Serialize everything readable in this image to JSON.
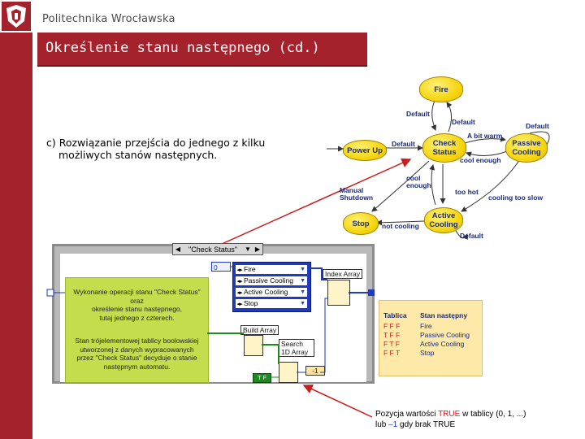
{
  "header": {
    "logo_text": "Politechnika Wrocławska",
    "title": "Określenie stanu następnego (cd.)"
  },
  "body_text": {
    "line1": "c) Rozwiązanie przejścia do jednego z kilku",
    "line2": "możliwych stanów następnych."
  },
  "state_diagram": {
    "states": {
      "fire": "Fire",
      "check_status": "Check Status",
      "passive_cooling": "Passive Cooling",
      "power_up": "Power Up",
      "stop": "Stop",
      "active_cooling": "Active Cooling"
    },
    "transitions": {
      "default_fire_check": "Default",
      "default_check_fire": "Default",
      "default_passive_self": "Default",
      "a_bit_warm": "A bit warm",
      "default_power_check": "Default",
      "cool_enough_passive": "cool enough",
      "manual_shutdown": "Manual Shutdown",
      "cool_enough_check": "cool enough",
      "too_hot": "too hot",
      "cooling_too_slow": "cooling too slow",
      "not_cooling": "not cooling",
      "default_active": "Default"
    }
  },
  "block_diagram": {
    "case_selector": "\"Check Status\"",
    "index_constant": "0",
    "enum_items": [
      "Fire",
      "Passive Cooling",
      "Active Cooling",
      "Stop"
    ],
    "index_array": "Index Array",
    "build_array": "Build Array",
    "search_array": "Search 1D Array",
    "bool_const": "T F",
    "search_value": "-1",
    "comment": {
      "p1": [
        "Wykonanie operacji stanu \"Check Status\"",
        "oraz",
        "określenie stanu następnego,",
        "tutaj jednego z czterech."
      ],
      "p2": [
        "Stan trójelementowej tablicy boolowskiej",
        "utworzonej z danych wypracowanych",
        "przez \"Check Status\" decyduje o stanie",
        "następnym automatu."
      ]
    }
  },
  "truth_table": {
    "header_left": "Tablica",
    "header_right": "Stan następny",
    "rows": [
      {
        "tab": "F F F",
        "state": "Fire"
      },
      {
        "tab": "T F F",
        "state": "Passive Cooling"
      },
      {
        "tab": "F T F",
        "state": "Active Cooling"
      },
      {
        "tab": "F F T",
        "state": "Stop"
      }
    ]
  },
  "bottom_note": {
    "part1": "Pozycja wartości ",
    "true_word": "TRUE",
    "part2": " w tablicy (0, 1, ...)",
    "line2_part1": "lub ",
    "minus_one": "–1",
    "line2_part2": " gdy brak TRUE"
  },
  "colors": {
    "brand_red": "#a3222c",
    "state_yellow": "#f4d000",
    "comment_green": "#c4dd4c",
    "enum_blue": "#1f3bbf",
    "note_yellow": "#ffe9a8"
  }
}
